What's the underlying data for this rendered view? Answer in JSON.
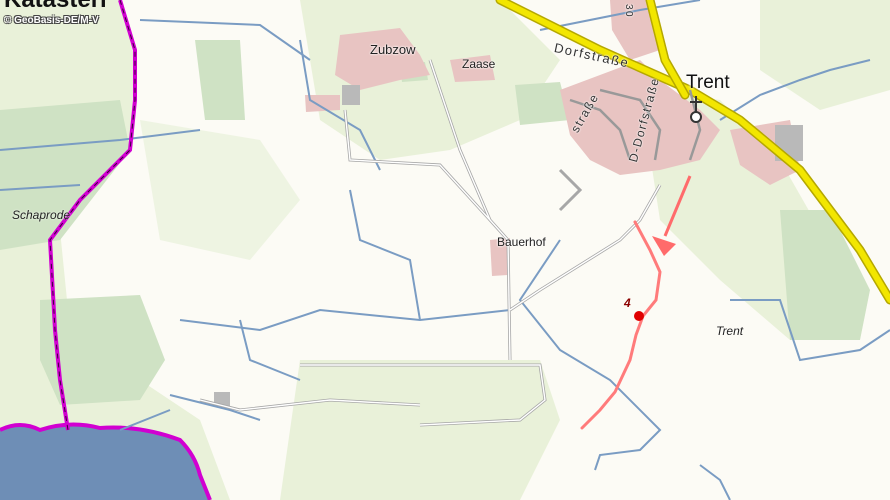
{
  "map": {
    "title": "Katasteri",
    "copyright": "© GeoBasis-DE/M-V",
    "places": {
      "zubzow": "Zubzow",
      "zaase": "Zaase",
      "trent_town": "Trent",
      "schaprode": "Schaprode",
      "bauerhof": "Bauerhof",
      "trent_area": "Trent"
    },
    "roads": {
      "dorfstrasse_main": "Dorfstraße",
      "dorfstrasse_vertical": "D-Dorfstraße",
      "strasse_fragment": "straße",
      "road_number": "30"
    },
    "marker": {
      "label": "4",
      "color": "#e00000"
    },
    "colors": {
      "background": "#fcfbf5",
      "meadow": "#e9f1d9",
      "forest": "#cfe2c4",
      "water": "#6e8eb6",
      "settlement": "#e8c4c2",
      "main_road": "#f2e600",
      "boundary": "#d100d1",
      "trail": "#ff7b7b",
      "stream": "#7a9cc3"
    },
    "icons": [
      "church-icon",
      "route-arrow-icon",
      "location-marker-icon"
    ]
  }
}
